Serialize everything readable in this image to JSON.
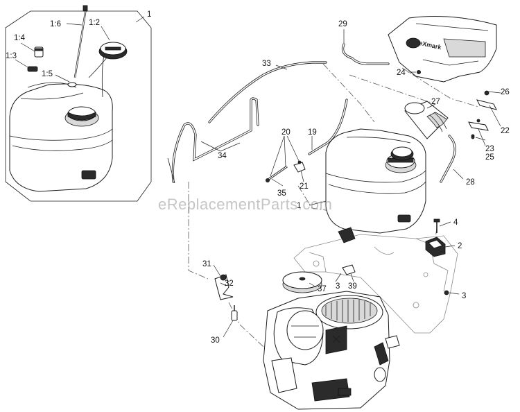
{
  "callouts": {
    "c1_6": "1:6",
    "c1_2": "1:2",
    "c1": "1",
    "c1_4": "1:4",
    "c1_3": "1:3",
    "c1_5": "1:5",
    "c29": "29",
    "c33": "33",
    "c24": "24",
    "c27": "27",
    "c26": "26",
    "c22": "22",
    "c20": "20",
    "c19": "19",
    "c23": "23",
    "c34": "34",
    "c25": "25",
    "c28": "28",
    "c35": "35",
    "c21": "21",
    "c1b": "1",
    "c4": "4",
    "c2": "2",
    "c31": "31",
    "c32": "32",
    "c37": "37",
    "c3a": "3",
    "c39": "39",
    "c3b": "3",
    "c30": "30"
  },
  "watermark": "eReplacementParts.com",
  "brand_text": "eXmark"
}
